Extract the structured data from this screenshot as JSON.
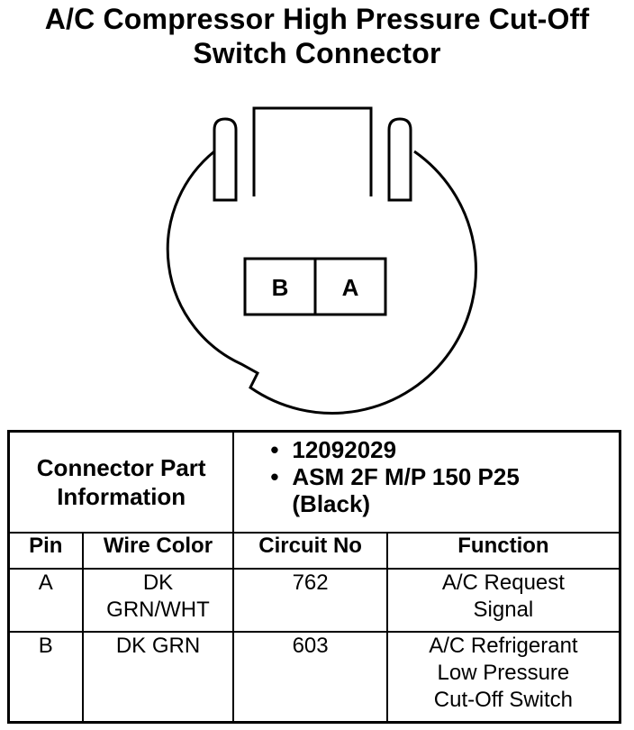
{
  "title": {
    "line1": "A/C Compressor High Pressure Cut-Off",
    "line2": "Switch Connector"
  },
  "connector_diagram": {
    "pins": [
      "B",
      "A"
    ]
  },
  "part_info": {
    "label_line1": "Connector Part",
    "label_line2": "Information",
    "bullet": "•",
    "part_number": "12092029",
    "description_line1": "ASM 2F M/P 150 P25",
    "description_line2": "(Black)"
  },
  "table": {
    "headers": [
      "Pin",
      "Wire Color",
      "Circuit No",
      "Function"
    ],
    "rows": [
      {
        "pin": "A",
        "wire_color_line1": "DK",
        "wire_color_line2": "GRN/WHT",
        "circuit": "762",
        "function_line1": "A/C Request",
        "function_line2": "Signal",
        "function_line3": ""
      },
      {
        "pin": "B",
        "wire_color_line1": "DK GRN",
        "wire_color_line2": "",
        "circuit": "603",
        "function_line1": "A/C Refrigerant",
        "function_line2": "Low Pressure",
        "function_line3": "Cut-Off Switch"
      }
    ]
  }
}
